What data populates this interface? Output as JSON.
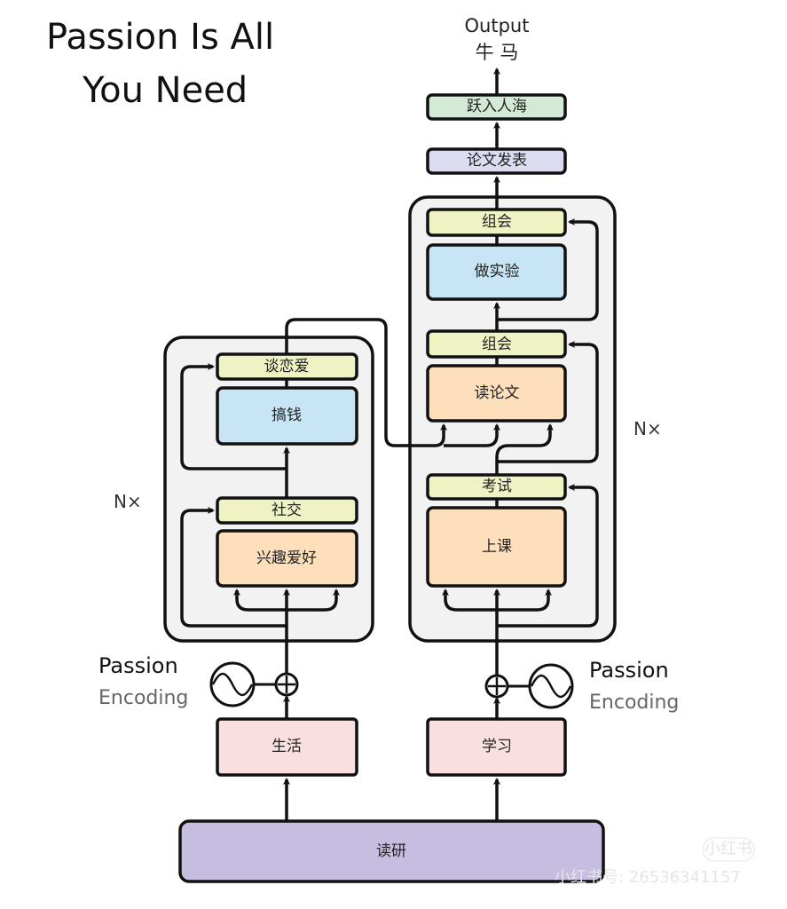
{
  "title": {
    "line1": "Passion Is All",
    "line2": "You Need"
  },
  "output": {
    "label": "Output",
    "sublabel": "牛 马"
  },
  "encoder": {
    "repeat_label": "N×",
    "blocks": {
      "top_norm": "谈恋爱",
      "ffn": "搞钱",
      "mid_norm": "社交",
      "attention": "兴趣爱好"
    },
    "encoding": {
      "line1": "Passion",
      "line2": "Encoding"
    },
    "input": "生活"
  },
  "decoder": {
    "repeat_label": "N×",
    "blocks": {
      "top_norm": "组会",
      "ffn": "做实验",
      "mid_norm": "组会",
      "cross_attention": "读论文",
      "low_norm": "考试",
      "attention": "上课"
    },
    "encoding": {
      "line1": "Passion",
      "line2": "Encoding"
    },
    "input": "学习"
  },
  "head": {
    "linear": "论文发表",
    "softmax": "跃入人海"
  },
  "base": "读研",
  "watermark": {
    "id_text": "小红书号: 26536341157",
    "badge": "小红书"
  },
  "colors": {
    "norm": "#eff3c4",
    "ffn": "#c7e5f5",
    "attention": "#fde0bb",
    "input": "#f9dfe0",
    "base": "#c6bde0",
    "linear": "#dcdcf0",
    "softmax": "#d3ebd6",
    "container": "#f2f2f2"
  }
}
